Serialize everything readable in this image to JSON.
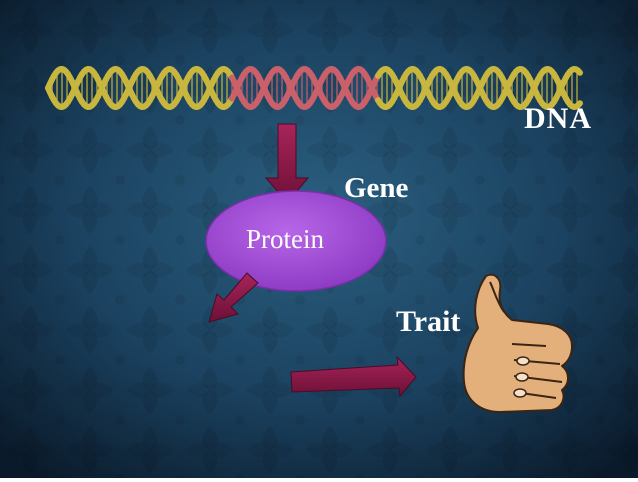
{
  "diagram": {
    "labels": {
      "dna": "DNA",
      "gene": "Gene",
      "protein": "Protein",
      "trait": "Trait"
    },
    "icons": {
      "helix": "dna-helix-icon",
      "hand": "thumbs-up-icon"
    },
    "colors": {
      "background": "#1d4766",
      "background_dark": "#0a1a2a",
      "helix_main": "#c9b63e",
      "helix_gene": "#c9606a",
      "arrow": "#8e1a48",
      "protein": "#a54fd8",
      "skin": "#e3b07c",
      "text": "#ffffff"
    }
  }
}
